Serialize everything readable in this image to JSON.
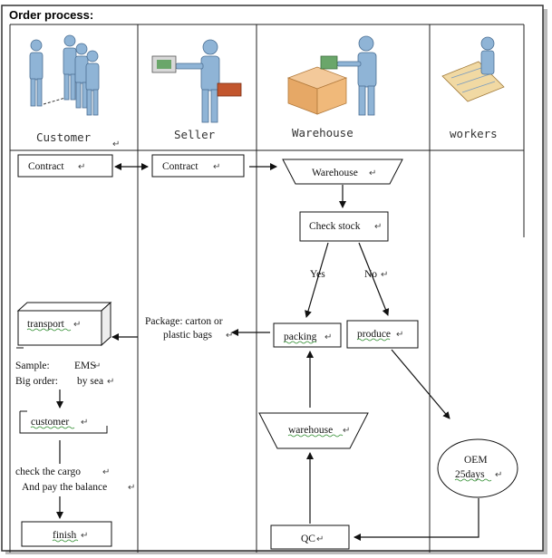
{
  "title": "Order process:",
  "lanes": [
    {
      "name": "Customer"
    },
    {
      "name": "Seller"
    },
    {
      "name": "Warehouse"
    },
    {
      "name": "workers"
    }
  ],
  "return_mark": "↵",
  "nodes": {
    "customer_contract": "Contract",
    "seller_contract": "Contract",
    "warehouse_top": "Warehouse",
    "check_stock": "Check stock",
    "yes": "Yes",
    "no": "No",
    "packing": "packing",
    "produce": "produce",
    "package_line1": "Package: carton or",
    "package_line2": "plastic bags",
    "transport": "transport",
    "sample_label": "Sample:",
    "sample_value": "EMS",
    "big_order_label": "Big order:",
    "big_order_value": "by sea",
    "customer": "customer",
    "check_cargo": "check the cargo",
    "pay_balance": "And pay the balance",
    "finish": "finish",
    "warehouse_bottom": "warehouse",
    "qc": "QC",
    "oem_line1": "OEM",
    "oem_line2": "25days"
  }
}
